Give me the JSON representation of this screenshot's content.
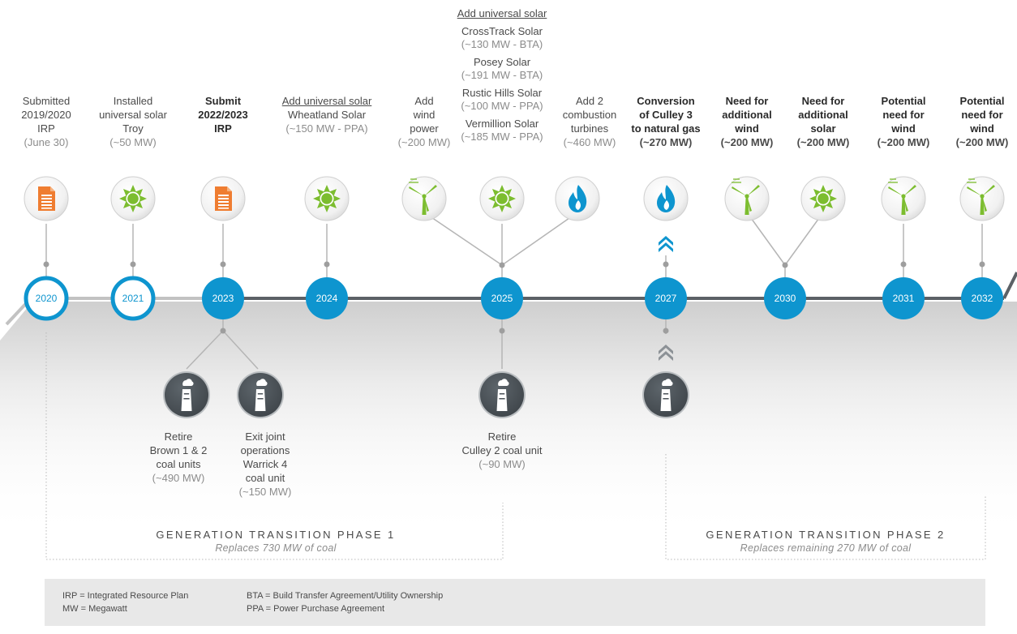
{
  "years": [
    "2020",
    "2021",
    "2023",
    "2024",
    "2025",
    "2027",
    "2030",
    "2031",
    "2032"
  ],
  "events": {
    "e2020": [
      "Submitted",
      "2019/2020",
      "IRP",
      "(June 30)"
    ],
    "e2021": [
      "Installed",
      "universal solar",
      "Troy",
      "(~50 MW)"
    ],
    "e2023": [
      "Submit",
      "2022/2023",
      "IRP"
    ],
    "e2024": [
      "Add universal solar",
      "Wheatland Solar",
      "(~150 MW - PPA)"
    ],
    "e2025a": [
      "Add",
      "wind",
      "power",
      "(~200 MW)"
    ],
    "e2025b": [
      "Add universal solar",
      "CrossTrack Solar",
      "(~130 MW - BTA)",
      "Posey Solar",
      "(~191 MW - BTA)",
      "Rustic Hills Solar",
      "(~100 MW - PPA)",
      "Vermillion Solar",
      "(~185 MW - PPA)"
    ],
    "e2025c": [
      "Add 2",
      "combustion",
      "turbines",
      "(~460 MW)"
    ],
    "e2027": [
      "Conversion",
      "of Culley 3",
      "to natural gas",
      "(~270 MW)"
    ],
    "e2030a": [
      "Need for",
      "additional",
      "wind",
      "(~200 MW)"
    ],
    "e2030b": [
      "Need for",
      "additional",
      "solar",
      "(~200 MW)"
    ],
    "e2031": [
      "Potential",
      "need for",
      "wind",
      "(~200 MW)"
    ],
    "e2032": [
      "Potential",
      "need for",
      "wind",
      "(~200 MW)"
    ]
  },
  "retirements": {
    "brown": [
      "Retire",
      "Brown 1 & 2",
      "coal units",
      "(~490 MW)"
    ],
    "warrick": [
      "Exit joint",
      "operations",
      "Warrick 4",
      "coal unit",
      "(~150 MW)"
    ],
    "culley2": [
      "Retire",
      "Culley 2 coal unit",
      "(~90 MW)"
    ]
  },
  "phases": [
    {
      "title": "GENERATION TRANSITION PHASE 1",
      "subtitle": "Replaces 730 MW of coal"
    },
    {
      "title": "GENERATION TRANSITION PHASE 2",
      "subtitle": "Replaces remaining 270 MW of coal"
    }
  ],
  "legend": [
    "IRP = Integrated Resource Plan",
    "MW = Megawatt",
    "BTA = Build Transfer Agreement/Utility Ownership",
    "PPA = Power Purchase Agreement"
  ],
  "icons": [
    "document-icon",
    "sun-icon",
    "wind-turbine-icon",
    "flame-icon",
    "coal-plant-icon",
    "chevron-up-icon"
  ],
  "colors": {
    "blue": "#0e95cf",
    "orange": "#ef7d31",
    "green": "#7cbd2f",
    "dark": "#4b5258"
  }
}
